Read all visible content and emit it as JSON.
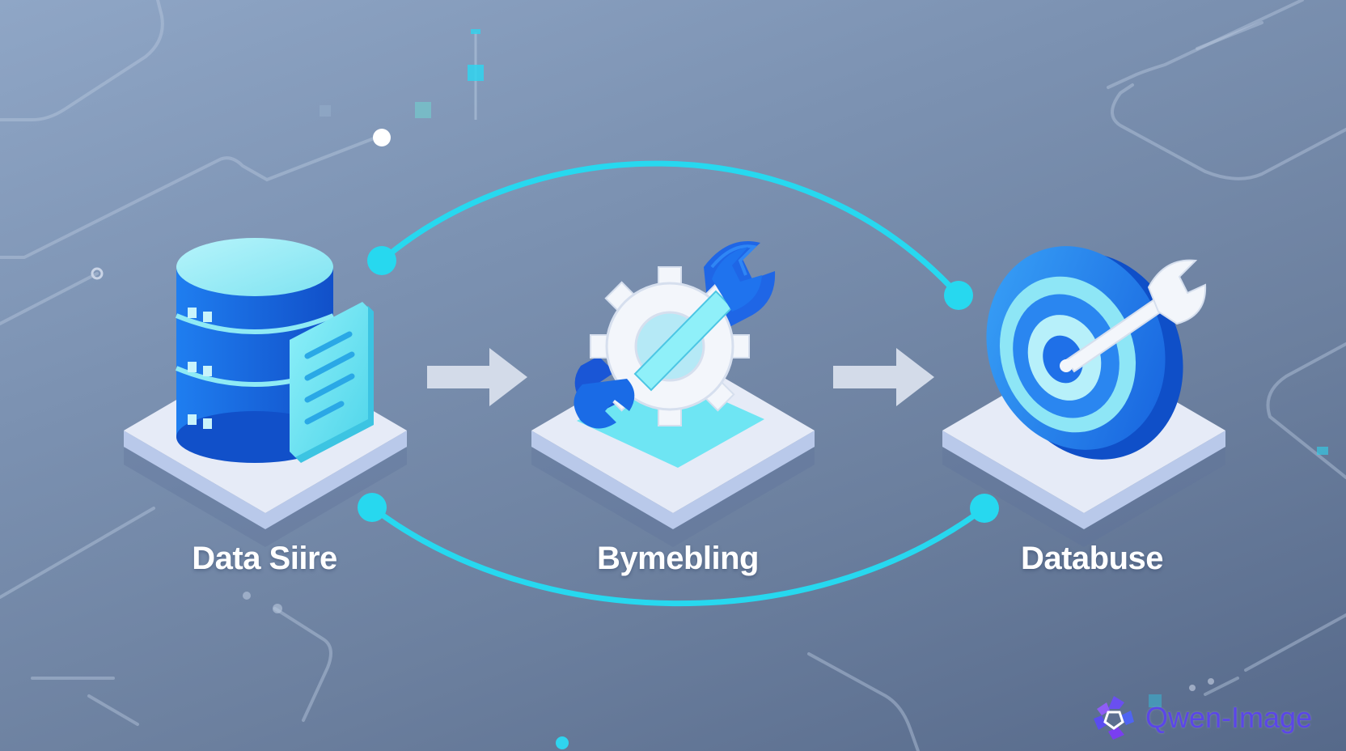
{
  "diagram": {
    "nodes": [
      {
        "id": "source",
        "label": "Data Siire",
        "icon": "database-document-icon"
      },
      {
        "id": "process",
        "label": "Bymebling",
        "icon": "gear-wrench-icon"
      },
      {
        "id": "target",
        "label": "Databuse",
        "icon": "target-wrench-icon"
      }
    ],
    "edges": [
      {
        "from": "source",
        "to": "process",
        "style": "arrow"
      },
      {
        "from": "process",
        "to": "target",
        "style": "arrow"
      },
      {
        "from": "source",
        "to": "target",
        "style": "arc-top"
      },
      {
        "from": "source",
        "to": "target",
        "style": "arc-bottom"
      }
    ]
  },
  "watermark": {
    "text": "Qwen-Image",
    "icon": "qwen-logo-icon"
  },
  "colors": {
    "accent_cyan": "#27d8ef",
    "primary_blue": "#1a6ee0",
    "light_cyan": "#8eeaf6",
    "platform": "#e6ebf7",
    "arrow": "#d3dbe9",
    "watermark": "#5b46e8"
  }
}
